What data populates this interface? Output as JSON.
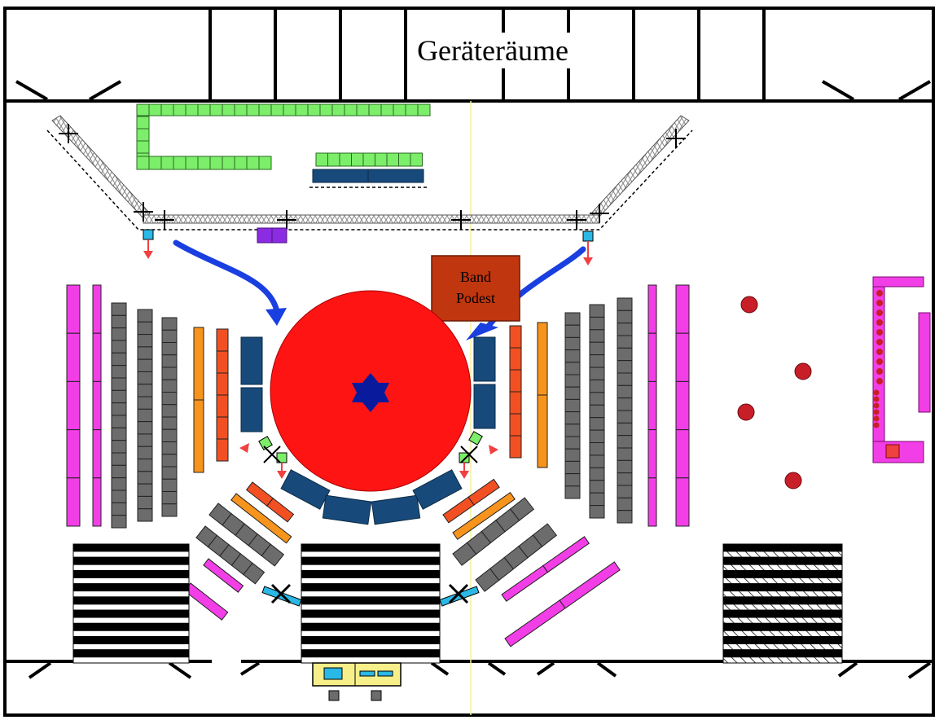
{
  "storage_rooms_label": "Geräteräume",
  "band_podium": {
    "line1": "Band",
    "line2": "Podest"
  },
  "colors": {
    "wall": "#000000",
    "stage": "#ff1414",
    "star": "#0a1a9c",
    "green_block": "#7cee6a",
    "navy_block": "#174a7a",
    "magenta_bench": "#f23ee6",
    "grey_seat": "#6c6c6c",
    "orange_bench": "#f7941d",
    "red_orange_bench": "#f25022",
    "band_podium": "#c0360f",
    "cyan_light": "#2ab8e6",
    "arrow_blue": "#1a3fe0",
    "marker_red": "#f04040",
    "table_red": "#c81e28",
    "mixer_yellow": "#f7ef8a",
    "purple_box": "#8b2be2"
  }
}
